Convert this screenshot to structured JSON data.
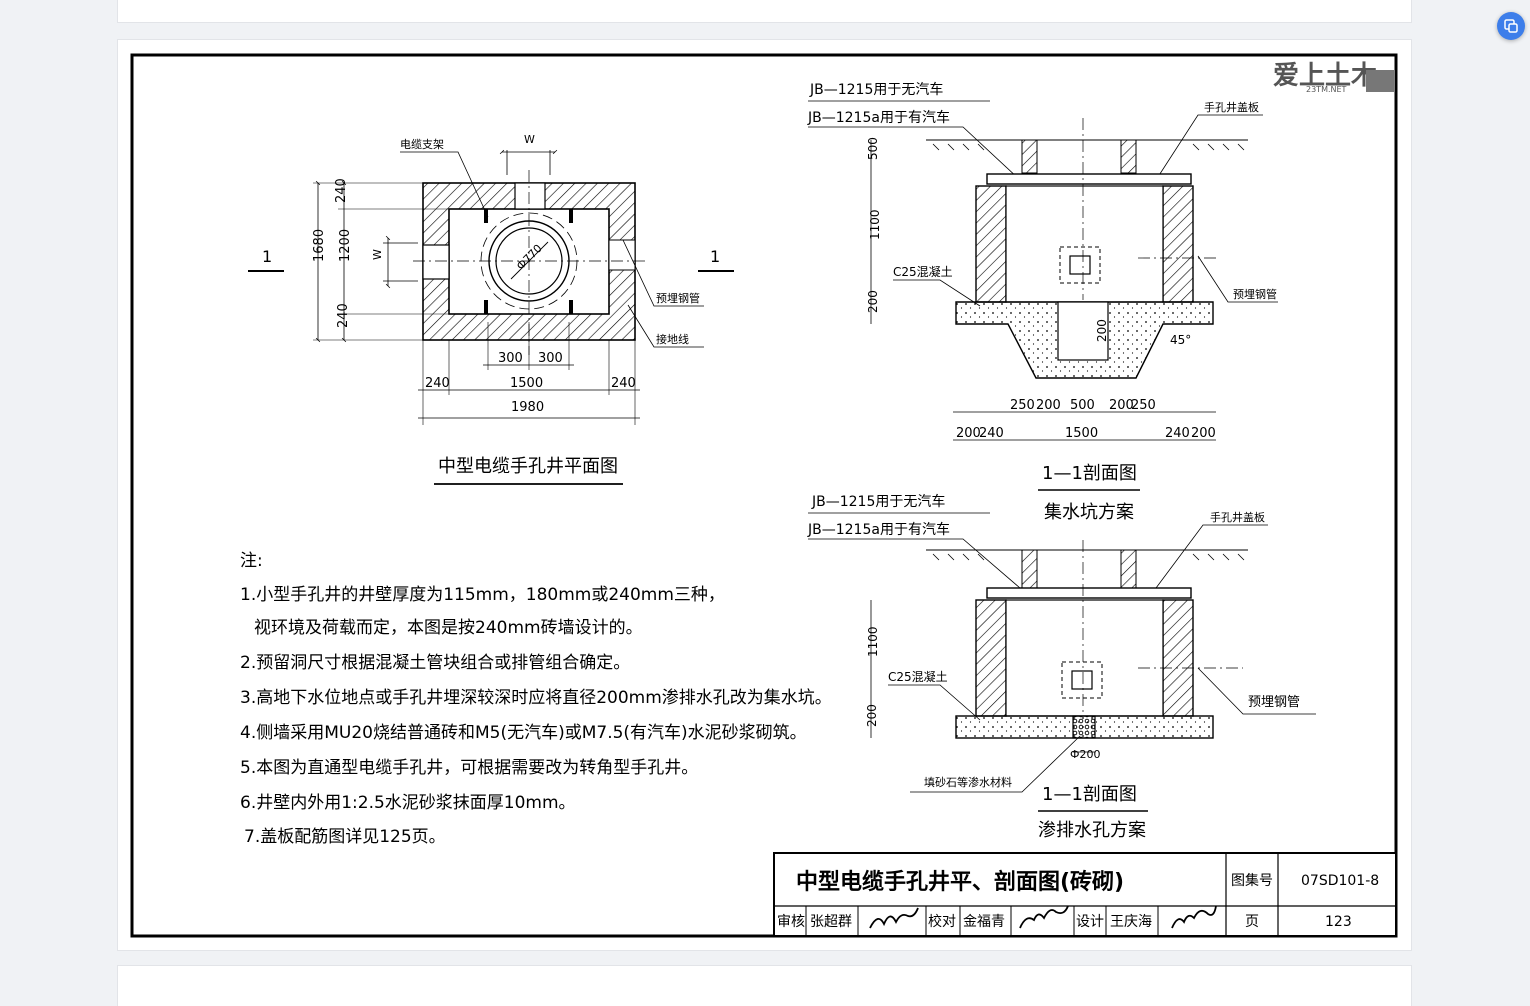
{
  "drawing": {
    "plan": {
      "title": "中型电缆手孔井平面图",
      "cable_support": "电缆支架",
      "embedded_pipe": "预埋钢管",
      "ground_wire": "接地线",
      "section_mark": "1",
      "w": "W",
      "diameter": "Ф770",
      "dims": {
        "d240": "240",
        "d1200": "1200",
        "d1680": "1680",
        "d300": "300",
        "d1500": "1500",
        "d1980": "1980"
      }
    },
    "section_a": {
      "title": "1—1剖面图",
      "subtitle": "集水坑方案",
      "cover_no_car": "JB—1215用于无汽车",
      "cover_car": "JB—1215a用于有汽车",
      "cover_plate": "手孔井盖板",
      "concrete": "C25混凝土",
      "embedded_pipe": "预埋钢管",
      "angle": "45°",
      "dims": {
        "d500": "500",
        "d1100": "1100",
        "d200": "200",
        "d250": "250",
        "d240": "240",
        "d1500": "1500"
      }
    },
    "section_b": {
      "title": "1—1剖面图",
      "subtitle": "渗排水孔方案",
      "cover_no_car": "JB—1215用于无汽车",
      "cover_car": "JB—1215a用于有汽车",
      "cover_plate": "手孔井盖板",
      "concrete": "C25混凝土",
      "embedded_pipe": "预埋钢管",
      "gravel": "填砂石等渗水材料",
      "hole": "Ф200",
      "dims": {
        "d1100": "1100",
        "d200": "200"
      }
    },
    "notes": {
      "heading": "注:",
      "items": [
        "1.小型手孔井的井壁厚度为115mm，180mm或240mm三种，",
        "视环境及荷载而定，本图是按240mm砖墙设计的。",
        "2.预留洞尺寸根据混凝土管块组合或排管组合确定。",
        "3.高地下水位地点或手孔井埋深较深时应将直径200mm渗排水孔改为集水坑。",
        "4.侧墙采用MU20烧结普通砖和M5(无汽车)或M7.5(有汽车)水泥砂浆砌筑。",
        "5.本图为直通型电缆手孔井，可根据需要改为转角型手孔井。",
        "6.井壁内外用1:2.5水泥砂浆抹面厚10mm。",
        "7.盖板配筋图详见125页。"
      ]
    },
    "title_block": {
      "title": "中型电缆手孔井平、剖面图(砖砌)",
      "atlas_label": "图集号",
      "atlas_no": "07SD101-8",
      "review_label": "审核",
      "reviewer": "张超群",
      "check_label": "校对",
      "checker": "金福青",
      "design_label": "设计",
      "designer": "王庆海",
      "page_label": "页",
      "page_no": "123"
    },
    "watermark": {
      "brand": "爱上土木",
      "url": "23TM.NET"
    }
  },
  "colors": {
    "background": "#f0f2f5",
    "paper": "#ffffff",
    "ink": "#000000",
    "float_button": "#3d7eea"
  },
  "icons": {
    "float_button": "translate-icon"
  }
}
